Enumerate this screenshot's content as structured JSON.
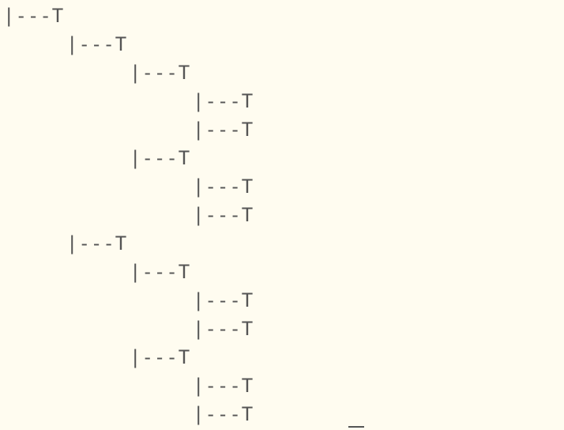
{
  "tree": {
    "node_label": "|---T",
    "nodes": [
      {
        "depth": 0,
        "label": "|---T"
      },
      {
        "depth": 1,
        "label": "|---T"
      },
      {
        "depth": 2,
        "label": "|---T"
      },
      {
        "depth": 3,
        "label": "|---T"
      },
      {
        "depth": 3,
        "label": "|---T"
      },
      {
        "depth": 2,
        "label": "|---T"
      },
      {
        "depth": 3,
        "label": "|---T"
      },
      {
        "depth": 3,
        "label": "|---T"
      },
      {
        "depth": 1,
        "label": "|---T"
      },
      {
        "depth": 2,
        "label": "|---T"
      },
      {
        "depth": 3,
        "label": "|---T"
      },
      {
        "depth": 3,
        "label": "|---T"
      },
      {
        "depth": 2,
        "label": "|---T"
      },
      {
        "depth": 3,
        "label": "|---T"
      },
      {
        "depth": 3,
        "label": "|---T"
      }
    ]
  }
}
